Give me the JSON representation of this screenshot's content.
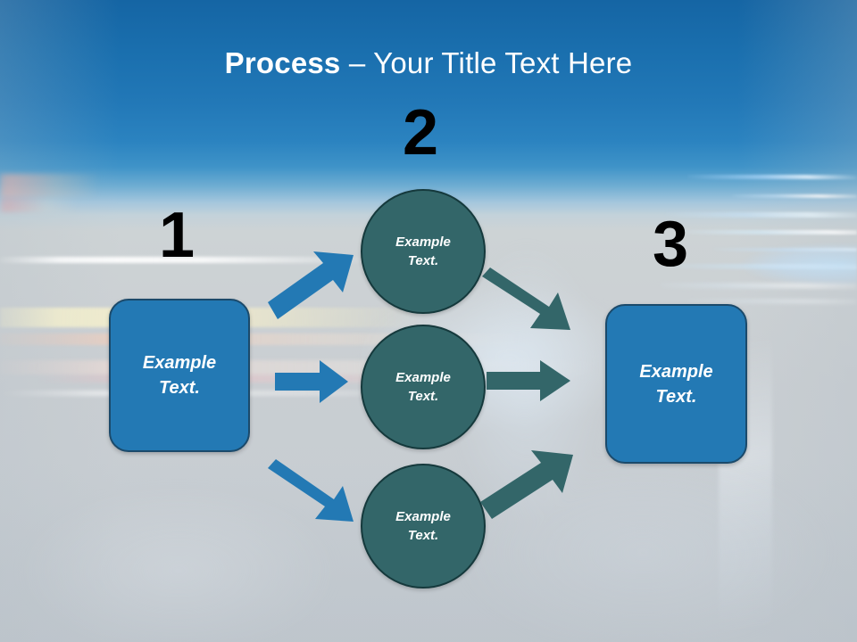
{
  "slide": {
    "title": {
      "strong": "Process",
      "rest": " – Your Title Text Here"
    },
    "background": {
      "sky_top_color": "#1565a4",
      "ground_color": "#c8ced2"
    }
  },
  "steps": [
    {
      "number": "1",
      "label_line1": "Example",
      "label_line2": "Text.",
      "shape": "rounded-rectangle",
      "fill": "#2379b4",
      "stroke": "#1b4a6b"
    },
    {
      "number": "2",
      "label_line1": "Example",
      "label_line2": "Text.",
      "shape": "circle",
      "fill": "#336669",
      "stroke": "#15393c"
    },
    {
      "number": "3",
      "label_line1": "Example",
      "label_line2": "Text.",
      "shape": "rounded-rectangle",
      "fill": "#2379b4",
      "stroke": "#1b4a6b"
    }
  ],
  "nodes": {
    "left_box": {
      "line1": "Example",
      "line2": "Text."
    },
    "circle_top": {
      "line1": "Example",
      "line2": "Text."
    },
    "circle_middle": {
      "line1": "Example",
      "line2": "Text."
    },
    "circle_bottom": {
      "line1": "Example",
      "line2": "Text."
    },
    "right_box": {
      "line1": "Example",
      "line2": "Text."
    }
  },
  "arrows": {
    "blue_color": "#2379b4",
    "teal_color": "#336669",
    "from_box_to_top_circle": "up-right-arrow",
    "from_box_to_middle_circle": "right-arrow",
    "from_box_to_bottom_circle": "down-right-arrow",
    "from_top_circle_to_box": "down-right-arrow",
    "from_middle_circle_to_box": "right-arrow",
    "from_bottom_circle_to_box": "up-right-arrow"
  }
}
